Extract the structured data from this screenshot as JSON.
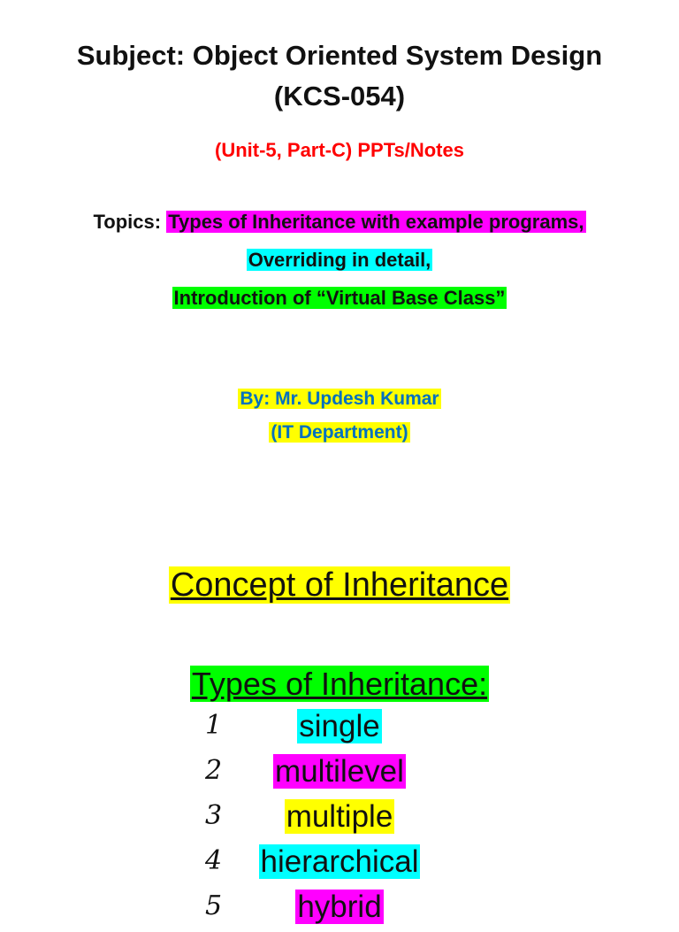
{
  "header": {
    "subject_line1": "Subject: Object Oriented System Design",
    "subject_line2": "(KCS-054)",
    "unit": "(Unit-5, Part-C) PPTs/Notes"
  },
  "topics": {
    "label": "Topics:",
    "items": [
      "Types of Inheritance with example programs,",
      "Overriding in detail,",
      "Introduction of “Virtual Base Class”"
    ]
  },
  "author": {
    "name": "By:  Mr. Updesh Kumar",
    "department": "(IT Department)"
  },
  "concept": {
    "title": "Concept of Inheritance",
    "types_heading": "Types of Inheritance:",
    "types": [
      {
        "num": "1",
        "label": "single"
      },
      {
        "num": "2",
        "label": "multilevel"
      },
      {
        "num": "3",
        "label": "multiple"
      },
      {
        "num": "4",
        "label": "hierarchical"
      },
      {
        "num": "5",
        "label": "hybrid"
      }
    ]
  },
  "colors": {
    "unit_red": "#ff0000",
    "author_blue": "#0070c0",
    "highlight_magenta": "#ff00ff",
    "highlight_cyan": "#00ffff",
    "highlight_green": "#00ff00",
    "highlight_yellow": "#ffff00"
  }
}
